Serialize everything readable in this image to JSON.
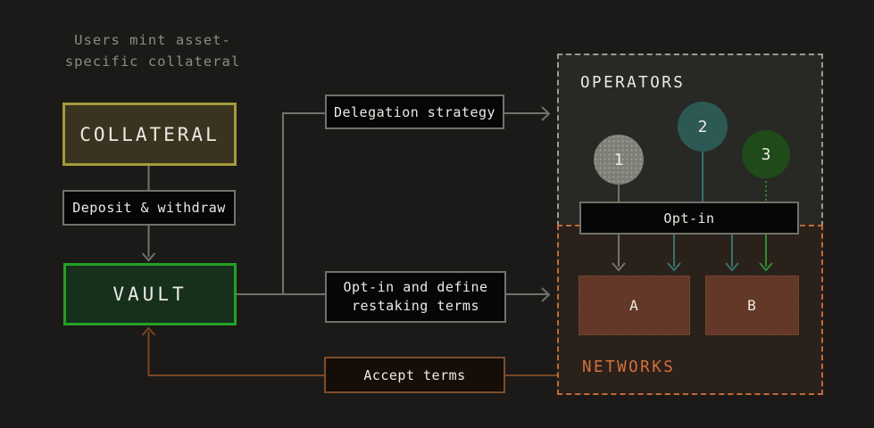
{
  "colors": {
    "bg": "#1b1a18",
    "text_primary": "#eceae4",
    "text_muted": "#8b8b84",
    "gray_line": "#72726c",
    "gray_dash": "#9b9b94",
    "black_box_bg": "#060606",
    "gray_box_border": "#72726c",
    "collateral_border": "#a59a39",
    "collateral_bg": "#3a3320",
    "vault_border": "#23a126",
    "vault_bg": "#17301c",
    "operators_bg": "#282825",
    "networks_bg": "#2a211b",
    "orange_dash": "#c06a38",
    "orange_line": "#7c4526",
    "networks_label": "#d4713c",
    "accept_border": "#7d4e2c",
    "accept_bg": "#150e08",
    "node_bg": "#643828",
    "node_border": "#7c4f38",
    "operator1": "#7e7e77",
    "operator2": "#2d5954",
    "operator3": "#1f4a1a",
    "arrow_teal": "#37736c",
    "arrow_green": "#2f8c33"
  },
  "annotation": {
    "line1": "Users mint asset-",
    "line2": "specific collateral"
  },
  "flow": {
    "collateral": "COLLATERAL",
    "deposit_withdraw": "Deposit & withdraw",
    "vault": "VAULT",
    "delegation_strategy": "Delegation strategy",
    "optin_define_line1": "Opt-in and define",
    "optin_define_line2": "restaking terms",
    "accept_terms": "Accept terms",
    "opt_in": "Opt-in"
  },
  "operators": {
    "title": "OPERATORS",
    "items": [
      {
        "id": "1"
      },
      {
        "id": "2"
      },
      {
        "id": "3"
      }
    ]
  },
  "networks": {
    "title": "NETWORKS",
    "items": [
      {
        "id": "A"
      },
      {
        "id": "B"
      }
    ]
  }
}
